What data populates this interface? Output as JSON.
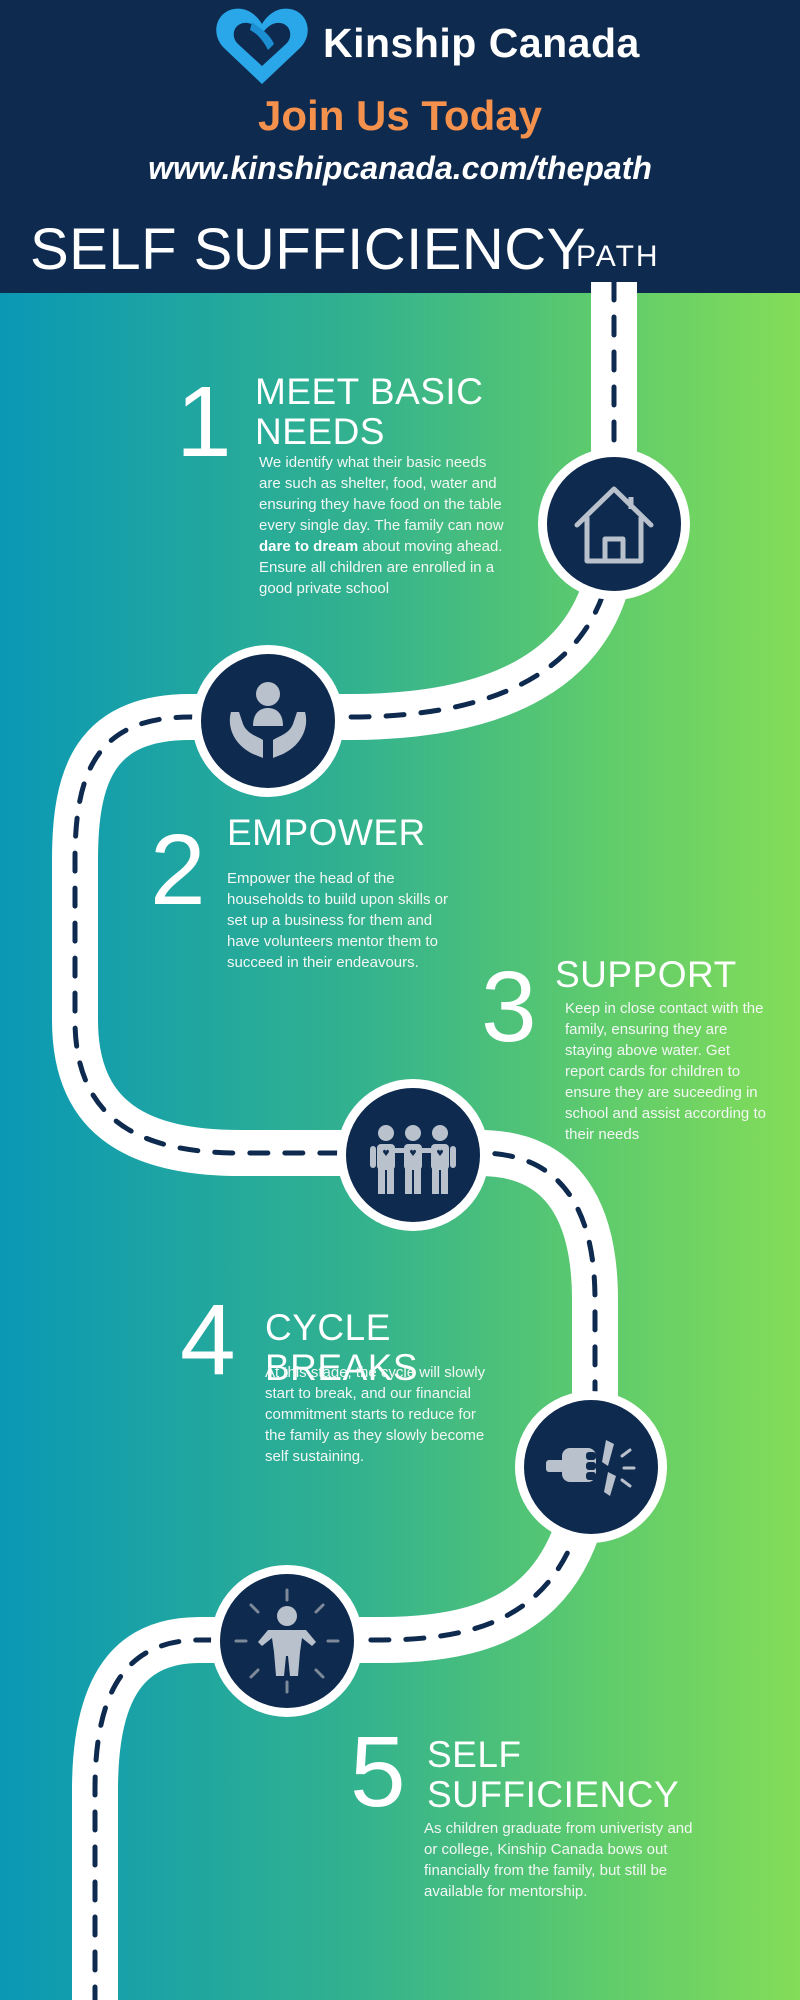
{
  "header": {
    "brand": "Kinship Canada",
    "cta": "Join Us Today",
    "url": "www.kinshipcanada.com/thepath",
    "title": "SELF SUFFICIENCY",
    "title_suffix": "PATH"
  },
  "colors": {
    "navy": "#0e2a4f",
    "orange": "#f4914c",
    "gradient_start": "#0a98b5",
    "gradient_end": "#84dd58",
    "logo_blue": "#2aa7e8"
  },
  "steps": [
    {
      "number": "1",
      "title": "MEET BASIC NEEDS",
      "desc_before": "We identify what their basic needs are such as shelter, food, water and ensuring they have food on the table every single day. The family can now ",
      "desc_bold": "dare to dream",
      "desc_after": " about moving ahead. Ensure all children are enrolled in a good private school",
      "icon": "house-icon"
    },
    {
      "number": "2",
      "title": "EMPOWER",
      "desc": "Empower the head of the households to build upon skills or set up a business for them and have volunteers mentor them to succeed in their endeavours.",
      "icon": "hands-holding-person-icon"
    },
    {
      "number": "3",
      "title": "SUPPORT",
      "desc": "Keep in close contact with the family, ensuring they are staying above water. Get report cards for children to ensure they are suceeding in school and assist according to their needs",
      "icon": "group-of-people-icon"
    },
    {
      "number": "4",
      "title": "CYCLE BREAKS",
      "desc": "At this stage, the cycle will slowly start to break, and our financial commitment starts to reduce for the family as they slowly become self sustaining.",
      "icon": "fist-breaking-chain-icon"
    },
    {
      "number": "5",
      "title": "SELF SUFFICIENCY",
      "desc": "As children graduate from univeristy and or college, Kinship Canada bows out financially from the family, but still be available for mentorship.",
      "icon": "standing-person-icon"
    }
  ]
}
